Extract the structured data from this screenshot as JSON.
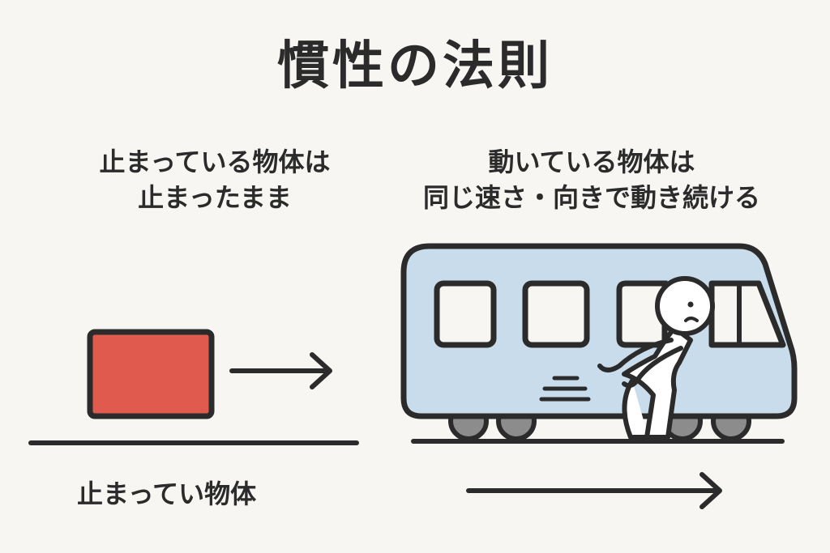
{
  "title": "慣性の法則",
  "left_caption": {
    "line1": "止まっている物体は",
    "line2": "止まったまま"
  },
  "right_caption": {
    "line1": "動いている物体は",
    "line2": "同じ速さ・向きで動き続ける"
  },
  "bottom_label": "止まってい物体",
  "colors": {
    "background": "#f7f6f2",
    "ink": "#2b2b2b",
    "box": "#e05a4e",
    "train_body": "#c8dcec",
    "train_window": "#f7f6f2",
    "wheel": "#8c8c8c",
    "person": "#ffffff"
  }
}
